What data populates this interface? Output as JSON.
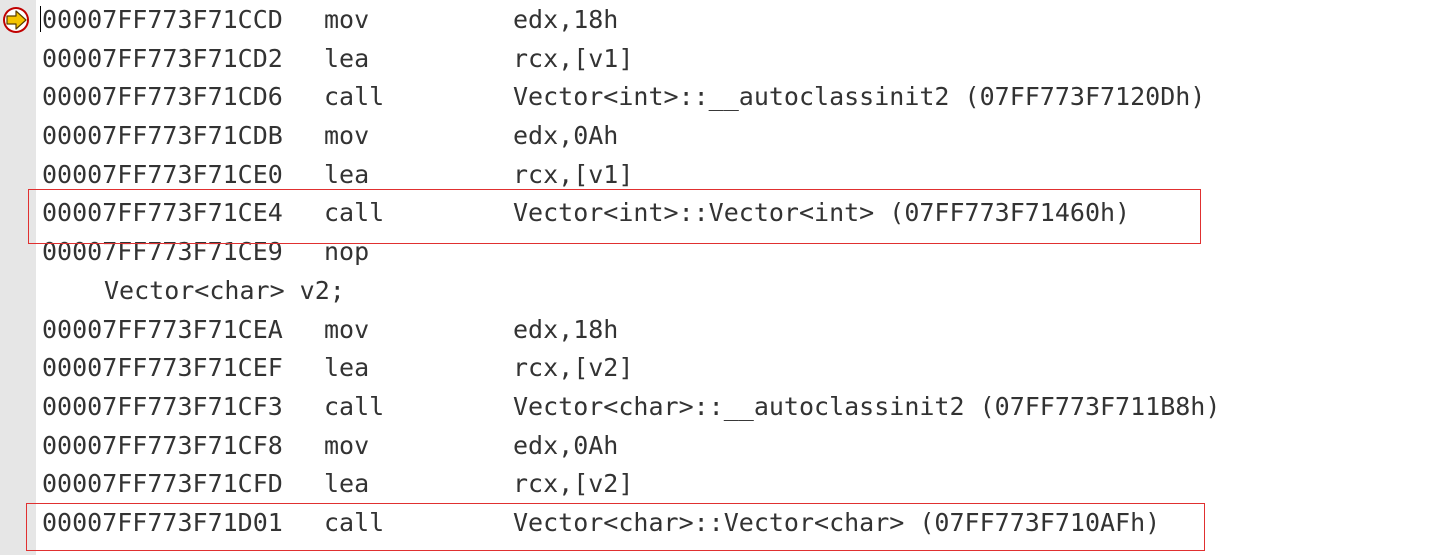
{
  "colors": {
    "text": "#333333",
    "gutter": "#e6e6e6",
    "highlight_border": "#e03030",
    "ip_arrow_fill": "#f5c400",
    "ip_arrow_border": "#c00000"
  },
  "icons": {
    "instruction_pointer": "current-instruction-arrow-icon"
  },
  "lines": [
    {
      "addr": "00007FF773F71CCD",
      "op": "mov",
      "args": "edx,18h"
    },
    {
      "addr": "00007FF773F71CD2",
      "op": "lea",
      "args": "rcx,[v1]"
    },
    {
      "addr": "00007FF773F71CD6",
      "op": "call",
      "args": "Vector<int>::__autoclassinit2 (07FF773F7120Dh)"
    },
    {
      "addr": "00007FF773F71CDB",
      "op": "mov",
      "args": "edx,0Ah"
    },
    {
      "addr": "00007FF773F71CE0",
      "op": "lea",
      "args": "rcx,[v1]"
    },
    {
      "addr": "00007FF773F71CE4",
      "op": "call",
      "args": "Vector<int>::Vector<int> (07FF773F71460h)"
    },
    {
      "addr": "00007FF773F71CE9",
      "op": "nop",
      "args": ""
    },
    {
      "source": "Vector<char> v2;"
    },
    {
      "addr": "00007FF773F71CEA",
      "op": "mov",
      "args": "edx,18h"
    },
    {
      "addr": "00007FF773F71CEF",
      "op": "lea",
      "args": "rcx,[v2]"
    },
    {
      "addr": "00007FF773F71CF3",
      "op": "call",
      "args": "Vector<char>::__autoclassinit2 (07FF773F711B8h)"
    },
    {
      "addr": "00007FF773F71CF8",
      "op": "mov",
      "args": "edx,0Ah"
    },
    {
      "addr": "00007FF773F71CFD",
      "op": "lea",
      "args": "rcx,[v2]"
    },
    {
      "addr": "00007FF773F71D01",
      "op": "call",
      "args": "Vector<char>::Vector<char> (07FF773F710AFh)"
    }
  ]
}
